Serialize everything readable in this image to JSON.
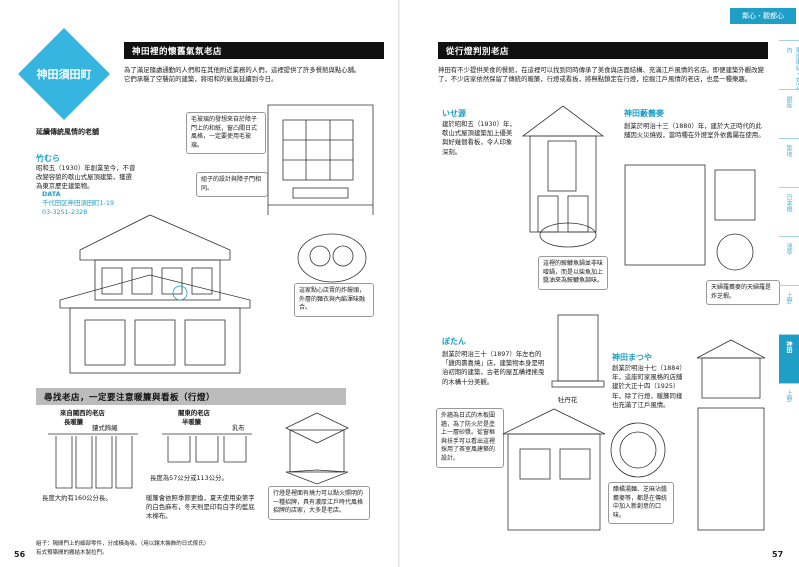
{
  "left": {
    "district": "神田須田町",
    "district_sub": "延續傳統風情的老舖",
    "section_title": "神田裡的懷舊氣氛老店",
    "intro": "為了滿足隨處通勤的人們和在其他附近業務的人們，這裡提供了許多餐館與點心舖。它們承襲了空襲前的建築，將昭和的氣氛延續到今日。",
    "shop_name": "竹むら",
    "shop_desc": "昭和五（1930）年創業至今，不曾改變容貌的歇山式屋頂建築，獲選為東京歷史建築物。",
    "data_label": "DATA",
    "data_address": "千代田区神田須田町1-19",
    "data_phone": "03-3251-2328",
    "callout_window": "毛玻璃的發想來自於障子門上的和紙，窗凸關日式風格，一定要使用毛玻璃。",
    "callout_lattice": "組子的設計與障子門相同。",
    "callout_sweets": "這家點心店賣的炸饅頭，外層的麵衣與內餡渾味融合。",
    "sub_title": "尋找老店，一定要注意暖簾與看板（行燈）",
    "noren_left_title": "來自關西的老店",
    "noren_left_type": "長暖簾",
    "noren_right_title": "關東的老店",
    "noren_right_type": "半暖簾",
    "label_knot": "鏤式飾繩",
    "label_cloth": "乳布",
    "len_long": "長度大約有160公分長。",
    "len_half": "長度為57公分或113公分。",
    "noren_desc": "暖簾會依照季節更換，夏天使用染第字的白色麻布，冬天則是印有白字的藍底木棉布。",
    "andon_desc": "行燈是裡面有燒力可以點火照明的一種招牌，具有濃厚江戶時代風格招牌的店家，大多是老店。",
    "note1": "組子：隔間門上的細部零件，分成橫為吸。（用以鑲木裝飾的日式傢氏）",
    "note2": "有式預築間的搬結木製拉門。",
    "page_number": "56"
  },
  "right": {
    "header_tag": "鄰心・觀都心",
    "section_title": "從行燈判別老店",
    "intro": "神田有不少提供美食的餐館，在這裡可以找到同時傳承了美食與店面結構、充滿江戶風情的名店。即便建築外觀改變了，不少店家依然保留了傳統的暖簾，行燈或看板，將無點鎖定在行燈，挖掘江戶風情的老店，也是一種樂趣。",
    "shop1_name": "いせ源",
    "shop1_desc": "建於昭和五（1930）年，歇山式屋頂建築加上優美與好幾個看板，令人印象深刻。",
    "shop1_note": "這裡的鮟鱇魚鍋並非味噌鍋，而是以柴魚加上醬油來為鮟鱇魚調味。",
    "shop2_name": "神田藪蕎麥",
    "shop2_desc": "創業於明治十三（1880）年，建於大正時代的此舖因火災燒毀，當時種在外燈室外依舊屬在使用。",
    "shop2_note": "天婦羅蕎麥的天婦羅是炸芝蝦。",
    "shop3_name": "ぼたん",
    "shop3_desc": "創業於明治三十（1897）年左右的「雞肉壽喜燒」店，建築物本身是明治初期的建築，古老的屋瓦構裡搖曳的木構十分美觀。",
    "shop3_note": "外牆為日式的木板圍牆，為了防火於是塗上一層砂漿。從窗框與扶手可以看出這裡採用了茶室風建築的設計。",
    "shop3_label": "牡丹花",
    "shop4_name": "神田まつや",
    "shop4_desc": "創業於明治十七（1884）年，這座町家風格的店舖建於大正十四（1925）年，除了行燈，暖簾同樣也充滿了江戶風情。",
    "shop4_note": "醋橘湯麵、芝麻沾醬蕎麥等，都是在傳統中加入新創意的口味。",
    "sidebar": [
      "東京車站・丸之內",
      "銀座",
      "築地",
      "日本橋",
      "淺草",
      "上野",
      "神田",
      "上野"
    ],
    "sidebar_active": 6,
    "page_number": "57"
  },
  "colors": {
    "accent": "#1f9ec6",
    "header": "#111111"
  }
}
